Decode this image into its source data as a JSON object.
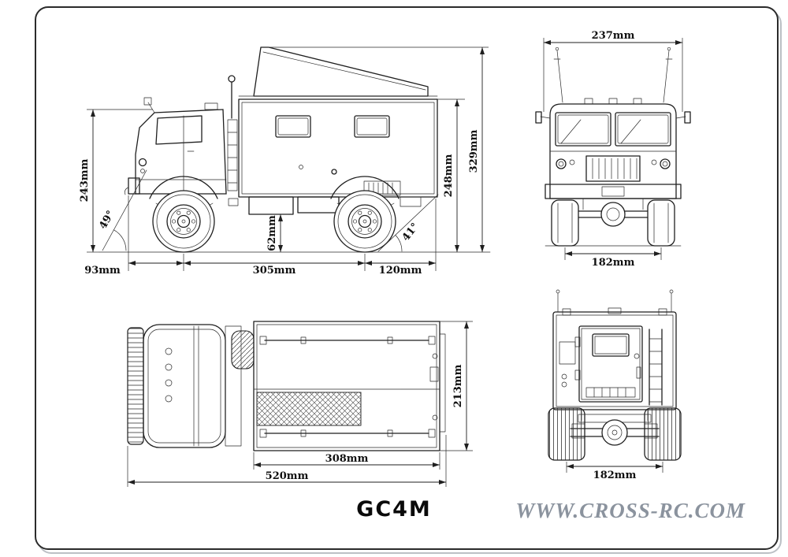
{
  "page": {
    "title": "GC4M",
    "watermark": "WWW.CROSS-RC.COM"
  },
  "side_view": {
    "dim_cab_height": "243mm",
    "dim_body_height": "248mm",
    "dim_overall_height": "329mm",
    "dim_ground_clearance": "62mm",
    "dim_front_overhang": "93mm",
    "dim_wheelbase": "305mm",
    "dim_rear_overhang": "120mm",
    "angle_approach": "49°",
    "angle_departure": "41°"
  },
  "front_view": {
    "dim_overall_width": "237mm",
    "dim_track": "182mm"
  },
  "top_view": {
    "dim_overall_width": "213mm",
    "dim_bed_length": "308mm",
    "dim_overall_length": "520mm"
  },
  "rear_view": {
    "dim_track": "182mm"
  }
}
